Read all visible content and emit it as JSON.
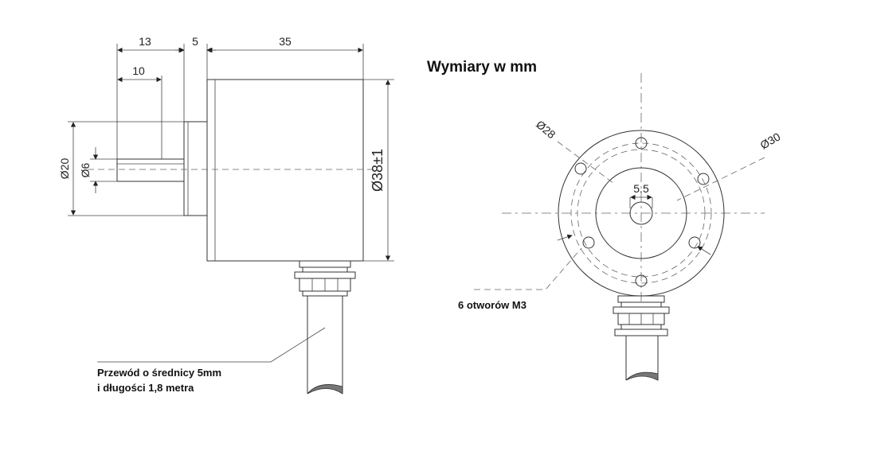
{
  "title": "Wymiary w mm",
  "side_view": {
    "dim_13": "13",
    "dim_5": "5",
    "dim_35": "35",
    "dim_10": "10",
    "dim_20": "Ø20",
    "dim_6": "Ø6",
    "dim_38": "Ø38±1"
  },
  "front_view": {
    "dim_28": "Ø28",
    "dim_30": "Ø30",
    "dim_5_5": "5.5"
  },
  "notes": {
    "holes": "6 otworów M3",
    "cable_line1": "Przewód o średnicy 5mm",
    "cable_line2": "i długości 1,8 metra"
  }
}
